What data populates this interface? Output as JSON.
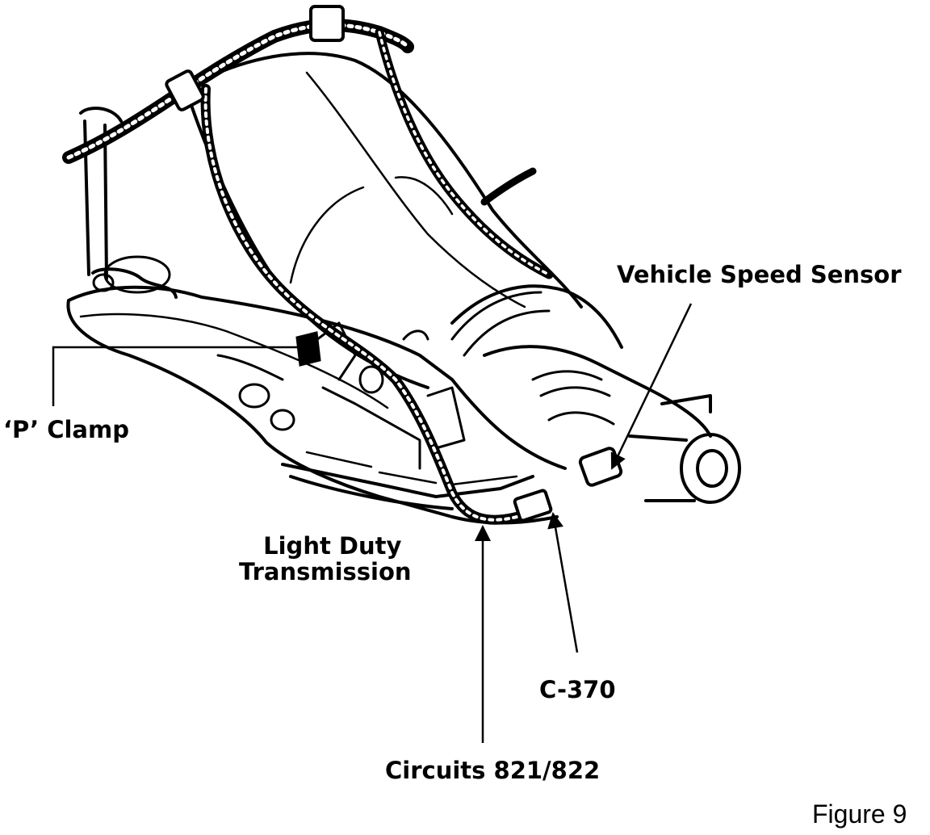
{
  "labels": {
    "vehicle_speed_sensor": "Vehicle Speed Sensor",
    "p_clamp": "‘P’ Clamp",
    "light_duty_line1": "Light Duty",
    "light_duty_line2": "Transmission",
    "c370": "C-370",
    "circuits": "Circuits 821/822"
  },
  "figure_caption": "Figure 9",
  "colors": {
    "ink": "#000000",
    "paper": "#ffffff"
  }
}
